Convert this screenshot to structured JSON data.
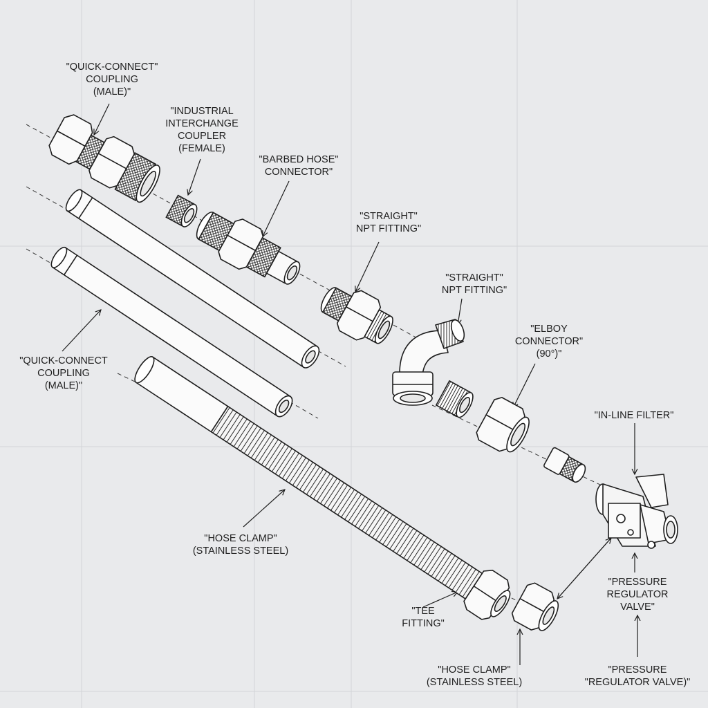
{
  "colors": {
    "background": "#e9eaec",
    "ink": "#1e1e1e",
    "grid": "#d2d4d8"
  },
  "labels": [
    {
      "id": "quick-connect-top",
      "lines": [
        "\"QUICK-CONNECT\"",
        "COUPLING",
        "(MALE)\""
      ]
    },
    {
      "id": "industrial-coupler",
      "lines": [
        "\"INDUSTRIAL",
        "INTERCHANGE",
        "COUPLER",
        "(FEMALE)"
      ]
    },
    {
      "id": "barbed-hose",
      "lines": [
        "\"BARBED HOSE\"",
        "CONNECTOR\""
      ]
    },
    {
      "id": "straight-npt-1",
      "lines": [
        "\"STRAIGHT\"",
        "NPT FITTING\""
      ]
    },
    {
      "id": "straight-npt-2",
      "lines": [
        "\"STRAIGHT\"",
        "NPT FITTING\""
      ]
    },
    {
      "id": "elbow",
      "lines": [
        "\"ELBOY",
        "CONNECTOR\"",
        "(90°)\""
      ]
    },
    {
      "id": "inline-filter",
      "lines": [
        "\"IN-LINE FILTER\""
      ]
    },
    {
      "id": "quick-connect-left",
      "lines": [
        "\"QUICK-CONNECT",
        "COUPLING",
        "(MALE)\""
      ]
    },
    {
      "id": "hose-clamp-mid",
      "lines": [
        "\"HOSE CLAMP\"",
        "(STAINLESS STEEL)"
      ]
    },
    {
      "id": "tee-fitting",
      "lines": [
        "\"TEE",
        "FITTING\""
      ]
    },
    {
      "id": "pressure-regulator-1",
      "lines": [
        "\"PRESSURE",
        "REGULATOR",
        "VALVE\""
      ]
    },
    {
      "id": "hose-clamp-bottom",
      "lines": [
        "\"HOSE CLAMP\"",
        "(STAINLESS STEEL)"
      ]
    },
    {
      "id": "pressure-regulator-2",
      "lines": [
        "\"PRESSURE",
        "\"REGULATOR VALVE)\""
      ]
    }
  ]
}
